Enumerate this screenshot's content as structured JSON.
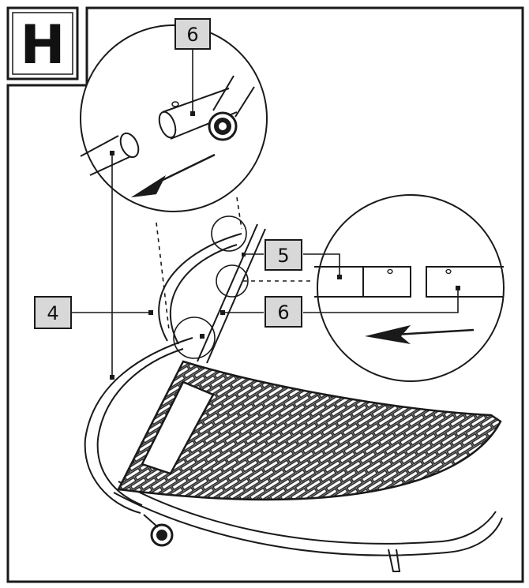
{
  "step": {
    "letter": "H"
  },
  "callouts": {
    "top_detail": "6",
    "left_tube": "4",
    "right_tube_upper": "5",
    "right_tube_lower": "6"
  },
  "colors": {
    "line": "#1a1a1a",
    "callout_fill": "#d8d8d8",
    "background": "#ffffff"
  }
}
